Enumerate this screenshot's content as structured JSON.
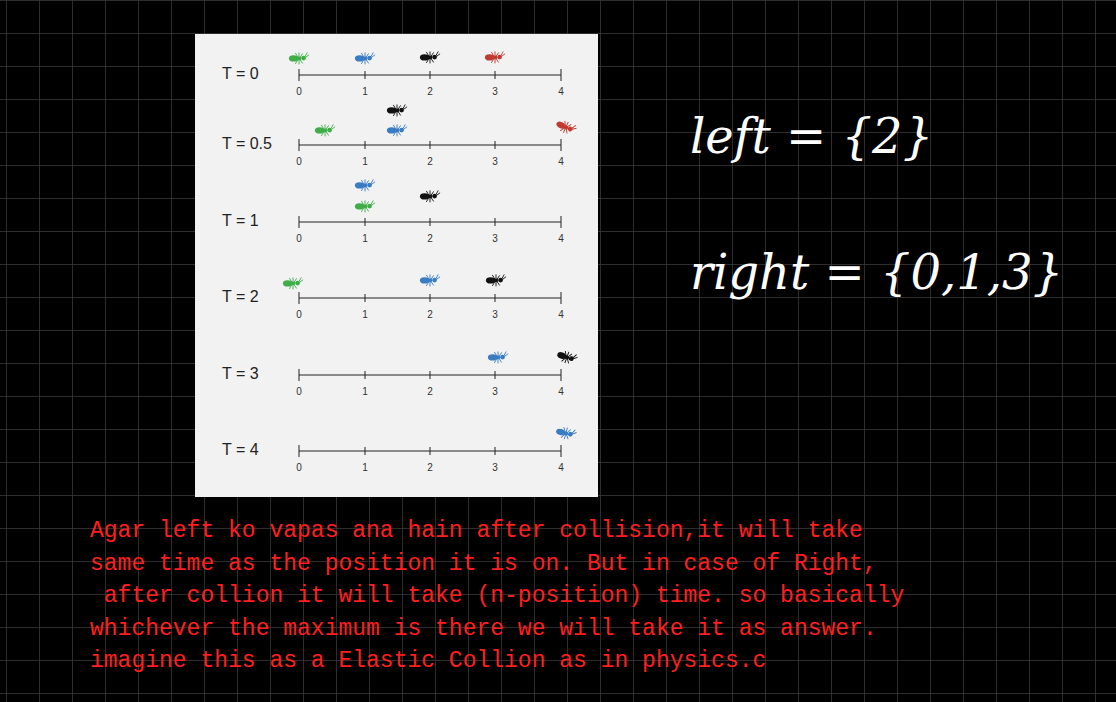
{
  "diagram": {
    "labels": [
      "T = 0",
      "0",
      "1",
      "2",
      "3",
      "4",
      "T = 0.5",
      "0",
      "1",
      "2",
      "3",
      "4",
      "T = 1",
      "0",
      "1",
      "2",
      "3",
      "4",
      "T = 2",
      "0",
      "1",
      "2",
      "3",
      "4",
      "T = 3",
      "0",
      "1",
      "2",
      "3",
      "4",
      "T = 4",
      "0",
      "1",
      "2",
      "3",
      "4",
      "left = {2}",
      "right = {0,1,3}",
      "Agar left ko vapas ana hain after collision,it will take",
      "same time as the position it is on. But in case of Right,",
      " after collion it will take (n-position) time. so basically",
      "whichever the maximum is there we will take it as answer.",
      "imagine this as a Elastic Collion as in physics.c"
    ]
  }
}
